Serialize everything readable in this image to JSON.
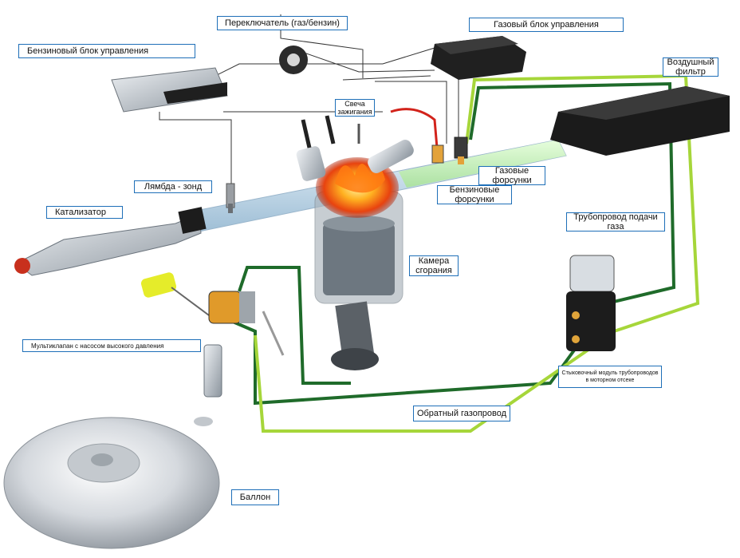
{
  "labels": {
    "gasoline_ecu": "Бензиновый блок управления",
    "switch": "Переключатель (газ/бензин)",
    "gas_ecu": "Газовый блок управления",
    "air_filter": "Воздушный\nфильтр",
    "spark_plug": "Свеча\nзажигания",
    "lambda": "Лямбда - зонд",
    "gas_injectors": "Газовые\nфорсунки",
    "petrol_injectors": "Бензиновые\nфорсунки",
    "catalyst": "Катализатор",
    "gas_supply_pipe": "Трубопровод подачи\nгаза",
    "combustion_chamber": "Камера\nсгорания",
    "multivalve": "Мультиклапан с насосом высокого давления",
    "docking_module": "Стыковочный модуль трубопроводов\nв моторном отсеке",
    "return_pipe": "Обратный газопровод",
    "tank": "Баллон"
  },
  "colors": {
    "label_border": "#1e6fb8",
    "dark_green_line": "#1f6b2a",
    "light_green_line": "#a6d63a",
    "wire": "#333333",
    "pipe": "#c6dced",
    "flame": "#f26a1b"
  }
}
